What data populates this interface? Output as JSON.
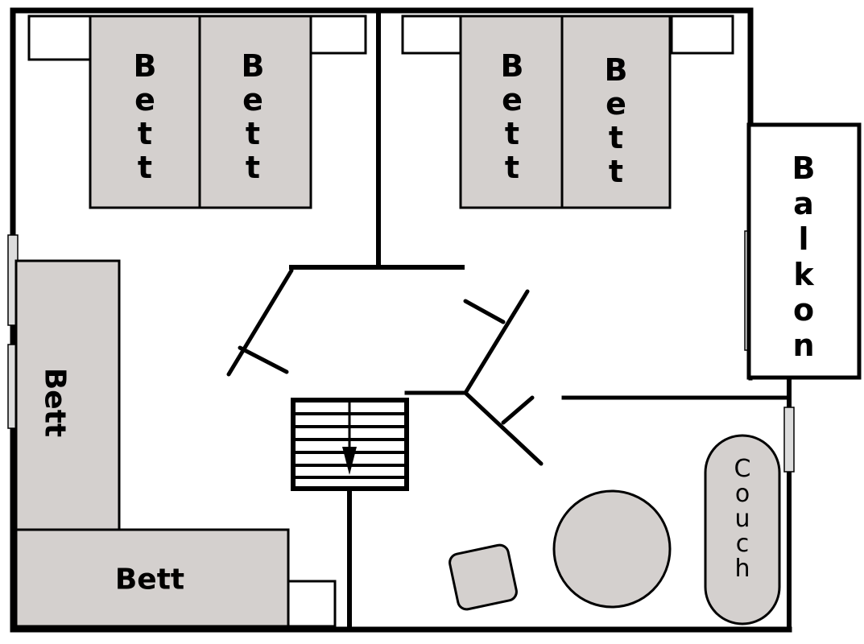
{
  "labels": {
    "bed_label": "Bett",
    "balcony_label": "Balkon",
    "couch_label": "Couch"
  },
  "colors": {
    "wall": "#000000",
    "furniture": "#d4d0ce",
    "window": "#dcdcdc",
    "background": "#ffffff"
  }
}
